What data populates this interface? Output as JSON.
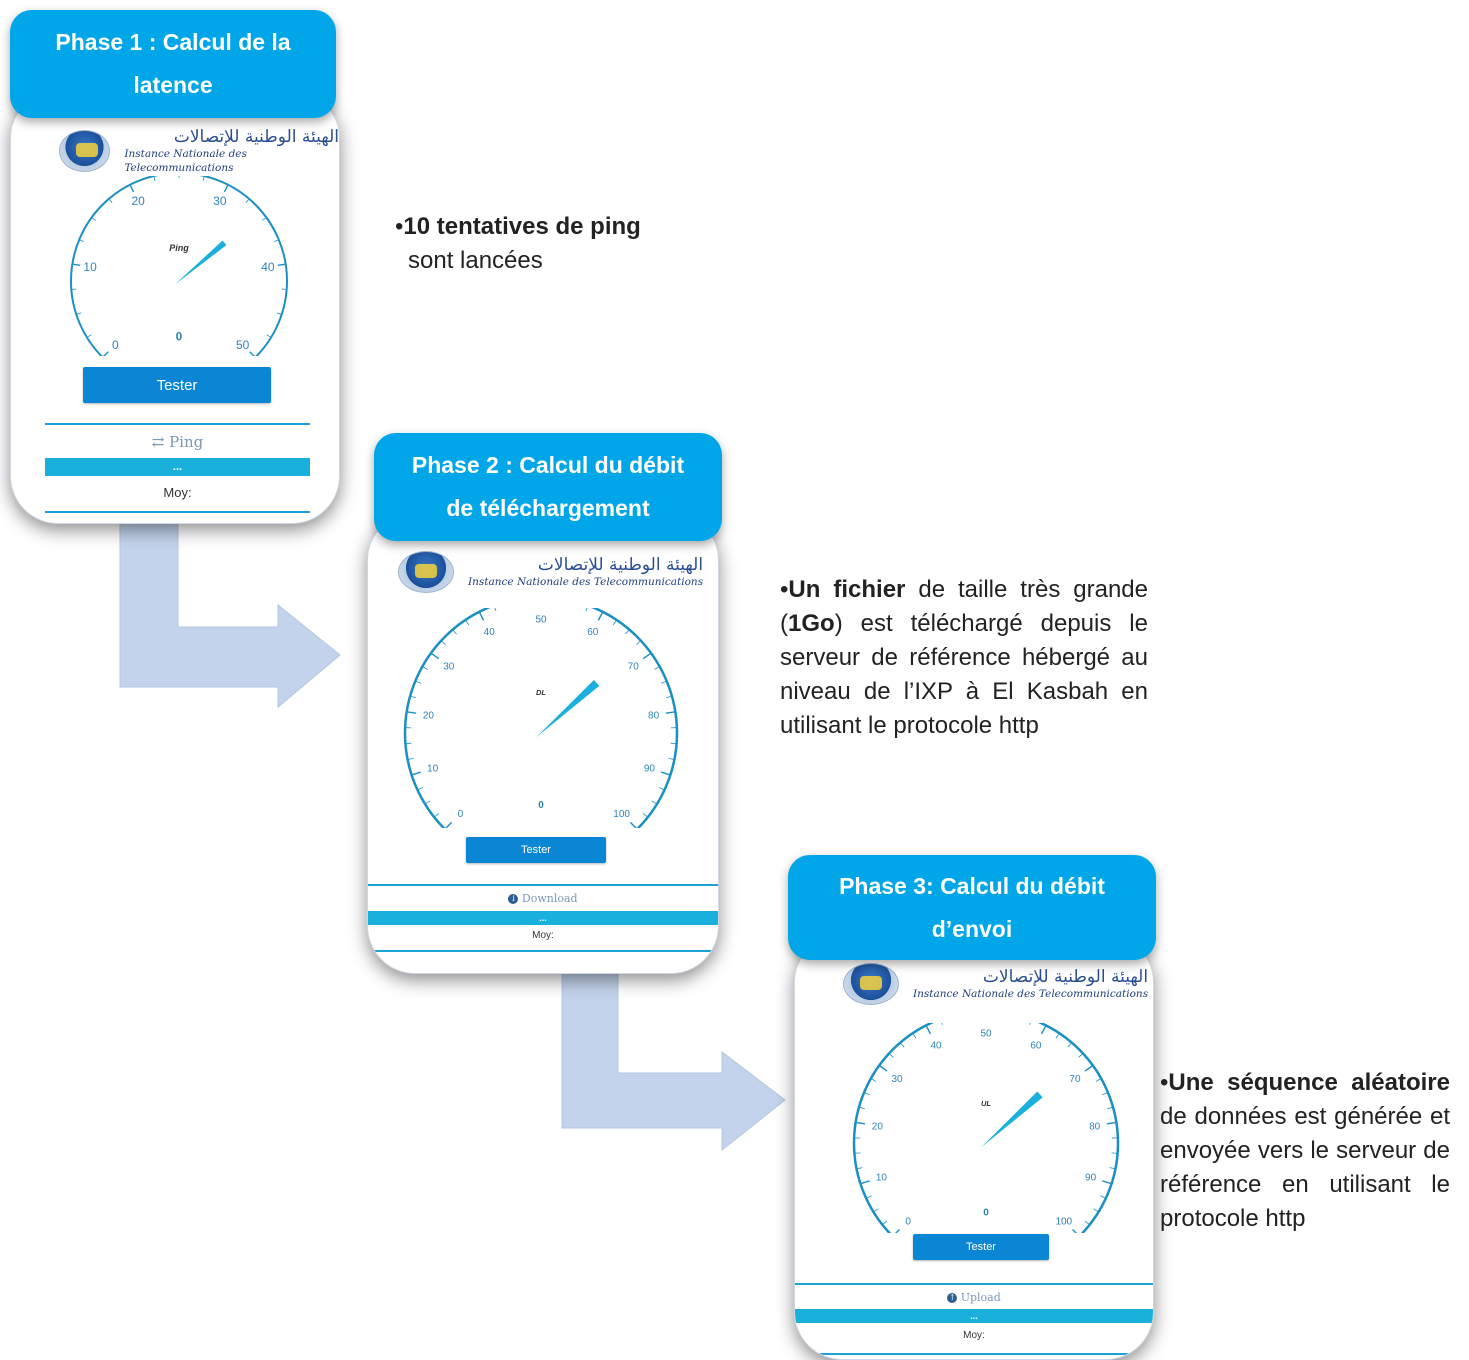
{
  "colors": {
    "banner": "#00a6e8",
    "button": "#0b86d4",
    "rule": "#1aa3d6",
    "arrow": "#c3d3eb",
    "gauge": "#1a8fc4"
  },
  "logo": {
    "arabic": "الهيئة الوطنية للإتصالات",
    "french": "Instance Nationale des Telecommunications"
  },
  "phases": [
    {
      "banner_lines": [
        "Phase 1 : Calcul de la latence"
      ],
      "gauge_label": "Ping",
      "gauge_value": "0",
      "gauge_ticks": [
        "0",
        "10",
        "20",
        "30",
        "40",
        "50"
      ],
      "button": "Tester",
      "section_icon": "swap-arrows-icon",
      "section": "⇄ Ping",
      "bar_text": "...",
      "moy": "Moy:"
    },
    {
      "banner_lines": [
        "Phase 2 : Calcul du débit",
        "de téléchargement"
      ],
      "gauge_label": "DL",
      "gauge_value": "0",
      "gauge_ticks": [
        "0",
        "10",
        "20",
        "30",
        "40",
        "50",
        "60",
        "70",
        "80",
        "90",
        "100"
      ],
      "button": "Tester",
      "section_icon": "download-circle-icon",
      "section": "Download",
      "bar_text": "...",
      "moy": "Moy:"
    },
    {
      "banner_lines": [
        "Phase 3: Calcul du débit",
        "d’envoi"
      ],
      "gauge_label": "UL",
      "gauge_value": "0",
      "gauge_ticks": [
        "0",
        "10",
        "20",
        "30",
        "40",
        "50",
        "60",
        "70",
        "80",
        "90",
        "100"
      ],
      "button": "Tester",
      "section_icon": "upload-circle-icon",
      "section": "Upload",
      "bar_text": "...",
      "moy": "Moy:"
    }
  ],
  "descriptions": {
    "d1_bold": "10 tentatives de ping",
    "d1_rest": "sont lancées",
    "d2_bold1": "Un fichier",
    "d2_t1": " de taille très grande (",
    "d2_bold2": "1Go",
    "d2_t2": ") est téléchargé depuis le serveur de référence hébergé au niveau de l’IXP à El Kasbah en utilisant le protocole http",
    "d3_bold": "Une séquence aléatoire",
    "d3_rest": " de données est générée et envoyée vers le serveur de référence en utilisant le protocole http"
  }
}
